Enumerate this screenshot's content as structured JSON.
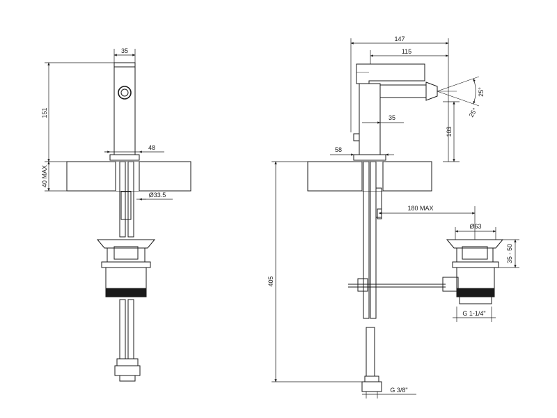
{
  "front_view": {
    "dim_body_width": "35",
    "dim_height": "151",
    "dim_base_width": "48",
    "dim_deck_thickness": "40 MAX",
    "dim_hole_diameter": "Ø33.5"
  },
  "side_view": {
    "dim_total_depth": "147",
    "dim_spout_reach": "115",
    "dim_body_offset": "35",
    "dim_spout_height": "103",
    "dim_angle_top": "25°",
    "dim_angle_bottom": "25°",
    "dim_base_offset": "58",
    "dim_hose_length": "405",
    "dim_waste_reach": "180 MAX",
    "dim_waste_diameter": "Ø63",
    "dim_deck_range": "35 - 50",
    "thread_waste": "G 1-1/4\"",
    "thread_inlet": "G 3/8\""
  },
  "colors": {
    "ink": "#1a1a1a",
    "paper": "#ffffff"
  }
}
